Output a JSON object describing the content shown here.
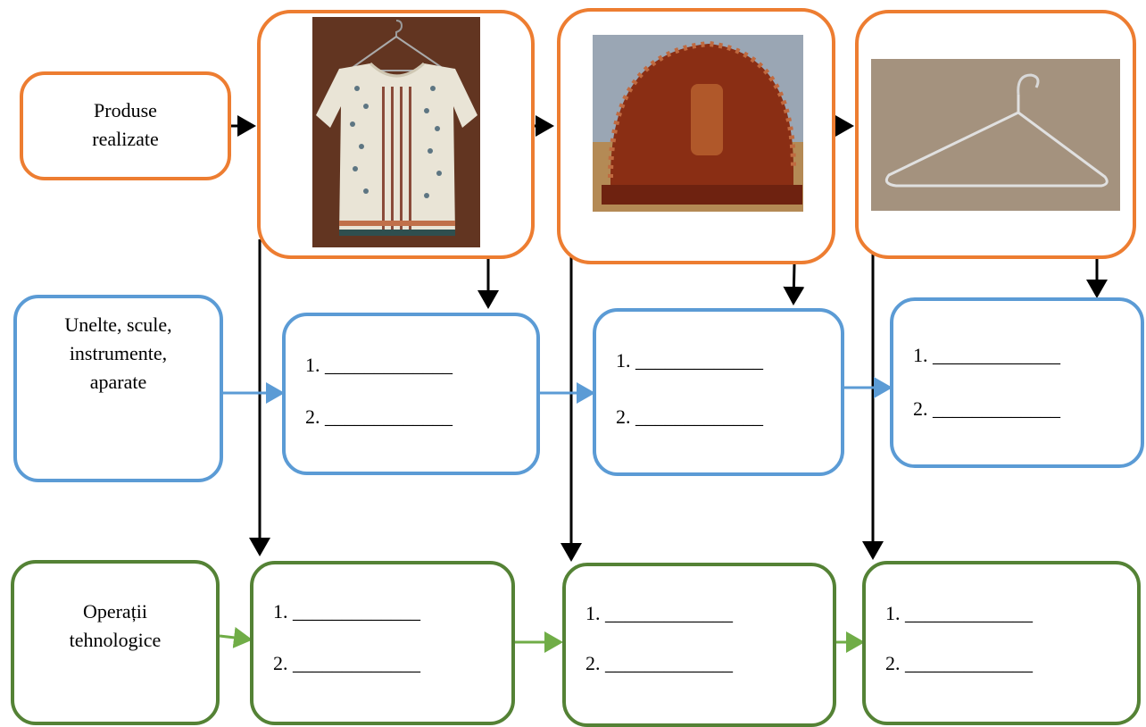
{
  "rows": {
    "products": {
      "label_line1": "Produse",
      "label_line2": "realizate"
    },
    "tools": {
      "label_line1": "Unelte, scule,",
      "label_line2": "instrumente,",
      "label_line3": "aparate"
    },
    "operations": {
      "label_line1": "Operații",
      "label_line2": "tehnologice"
    }
  },
  "products": [
    {
      "name": "blouse-image"
    },
    {
      "name": "napkin-holder-image"
    },
    {
      "name": "hanger-image"
    }
  ],
  "blank": {
    "item1": "1. _____________",
    "item2": "2. _____________"
  },
  "colors": {
    "products": "#ED7D31",
    "tools": "#5B9BD5",
    "operations": "#548235",
    "tools_arrow": "#5B9BD5",
    "operations_arrow": "#70AD47",
    "black_arrow": "#000000"
  }
}
